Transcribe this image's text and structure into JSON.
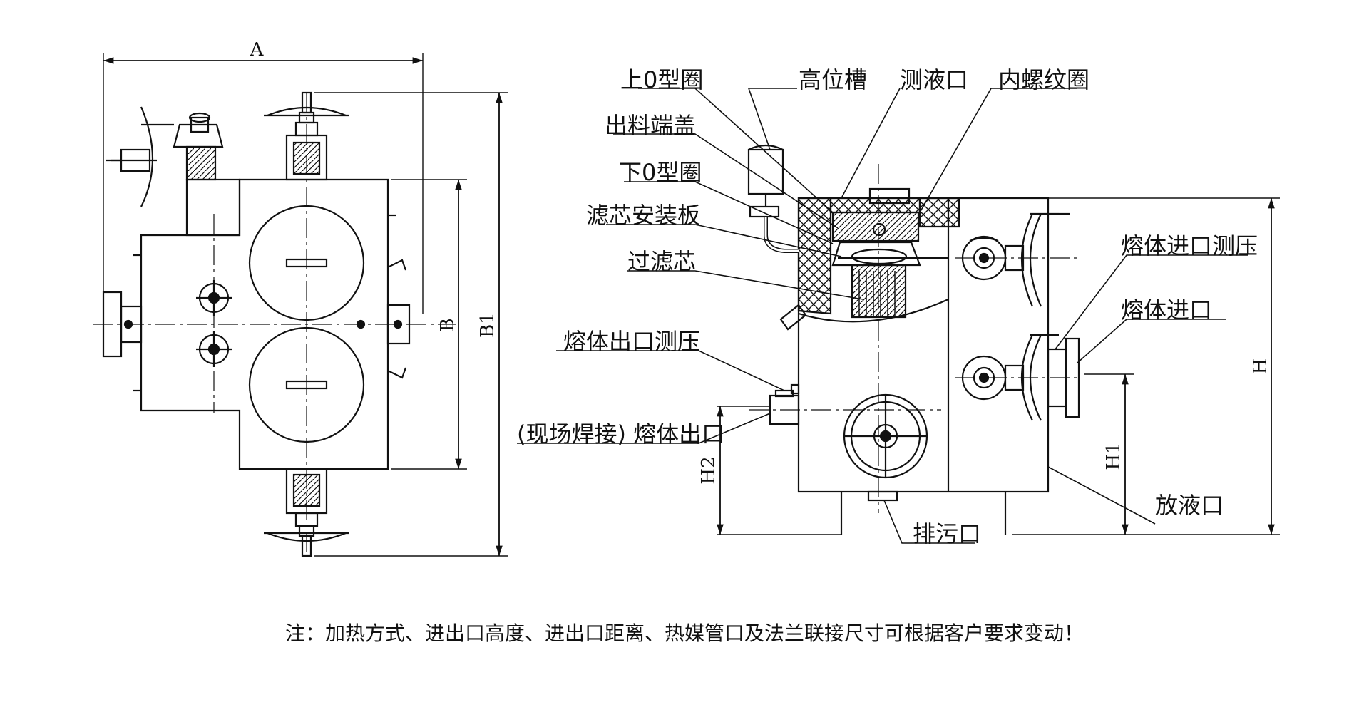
{
  "colors": {
    "line": "#111111",
    "background": "#ffffff"
  },
  "left_view": {
    "dims": {
      "a": "A",
      "b": "B",
      "b1": "B1"
    }
  },
  "right_view": {
    "labels": {
      "upper_o_ring": "上0型圈",
      "high_tank": "高位槽",
      "level_port": "测液口",
      "inner_thread_ring": "内螺纹圈",
      "outlet_cover": "出料端盖",
      "lower_o_ring": "下0型圈",
      "core_mount_plate": "滤芯安装板",
      "filter_core": "过滤芯",
      "melt_inlet_pressure": "熔体进口测压",
      "melt_inlet": "熔体进口",
      "melt_outlet_pressure": "熔体出口测压",
      "melt_outlet": "(现场焊接) 熔体出口",
      "sewage_port": "排污口",
      "drain_port": "放液口"
    },
    "dims": {
      "h": "H",
      "h1": "H1",
      "h2": "H2"
    }
  },
  "note": "注：加热方式、进出口高度、进出口距离、热媒管口及法兰联接尺寸可根据客户要求变动！"
}
